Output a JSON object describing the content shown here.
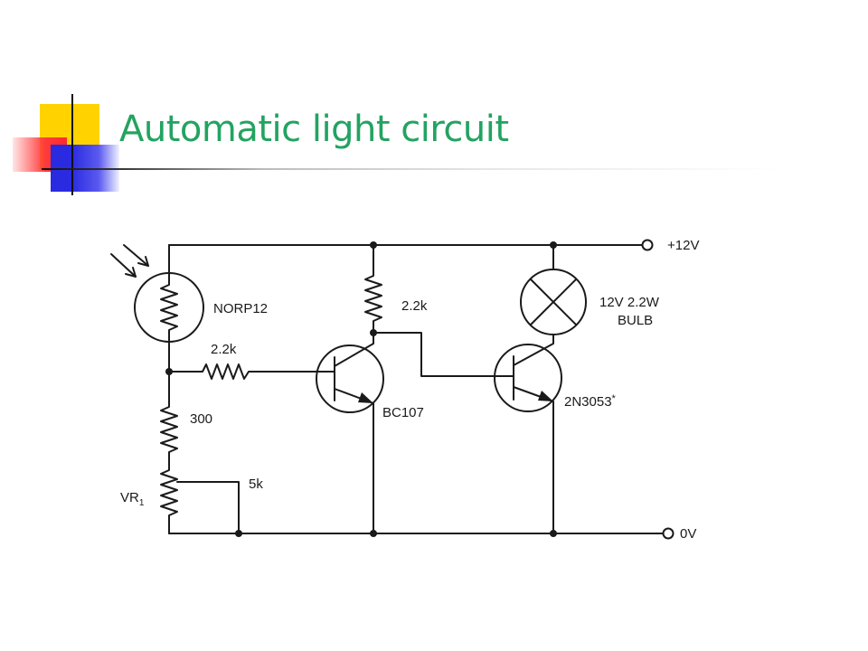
{
  "slide": {
    "title": "Automatic light circuit"
  },
  "circuit": {
    "labels": {
      "supply_pos": "+12V",
      "supply_gnd": "0V",
      "ldr": "NORP12",
      "r_collector": "2.2k",
      "r_base": "2.2k",
      "bulb_line1": "12V 2.2W",
      "bulb_line2": "BULB",
      "t1": "BC107",
      "t2": "2N3053",
      "t2_mark": "*",
      "r_300": "300",
      "vr_prefix": "VR",
      "vr_sub": "1",
      "vr_value": "5k"
    }
  },
  "colors": {
    "title": "#23a361",
    "ink": "#1a1a1a"
  }
}
